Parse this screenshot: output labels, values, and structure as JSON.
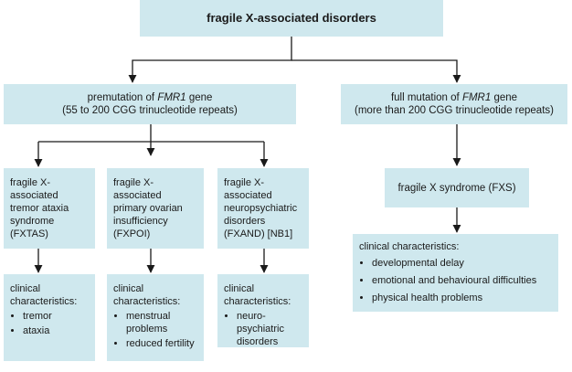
{
  "root": {
    "label": "fragile X-associated disorders"
  },
  "premutation": {
    "line1_prefix": "premutation of ",
    "gene": "FMR1",
    "line1_suffix": " gene",
    "line2": "(55 to 200 CGG trinucleotide repeats)",
    "children": [
      {
        "label": "fragile X-associated tremor ataxia syndrome (FXTAS)",
        "clinical_heading": "clinical characteristics:",
        "clinical_items": [
          "tremor",
          "ataxia"
        ]
      },
      {
        "label": "fragile X-associated primary ovarian insufficiency (FXPOI)",
        "clinical_heading": "clinical characteristics:",
        "clinical_items": [
          "menstrual problems",
          "reduced fertility"
        ]
      },
      {
        "label": "fragile X-associated neuropsychiatric disorders (FXAND) [NB1]",
        "clinical_heading": "clinical characteristics:",
        "clinical_items": [
          "neuro-psychiatric disorders"
        ]
      }
    ]
  },
  "full_mutation": {
    "line1_prefix": "full mutation of ",
    "gene": "FMR1",
    "line1_suffix": " gene",
    "line2": "(more than 200 CGG trinucleotide repeats)",
    "syndrome": {
      "label": "fragile X syndrome (FXS)"
    },
    "clinical_heading": "clinical characteristics:",
    "clinical_items": [
      "developmental delay",
      "emotional and behavioural difficulties",
      "physical health problems"
    ]
  },
  "colors": {
    "box_fill": "#cfe8ee",
    "line": "#1a1a1a"
  }
}
